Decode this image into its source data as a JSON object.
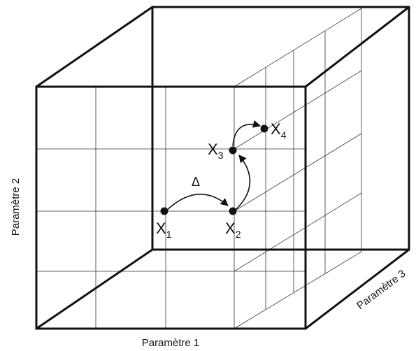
{
  "axes": {
    "x_label": "Paramètre 1",
    "y_label": "Paramètre 2",
    "z_label": "Paramètre 3"
  },
  "step_label": "Δ",
  "points": [
    {
      "letter": "X",
      "sub": "1"
    },
    {
      "letter": "X",
      "sub": "2"
    },
    {
      "letter": "X",
      "sub": "3"
    },
    {
      "letter": "X",
      "sub": "4"
    }
  ]
}
